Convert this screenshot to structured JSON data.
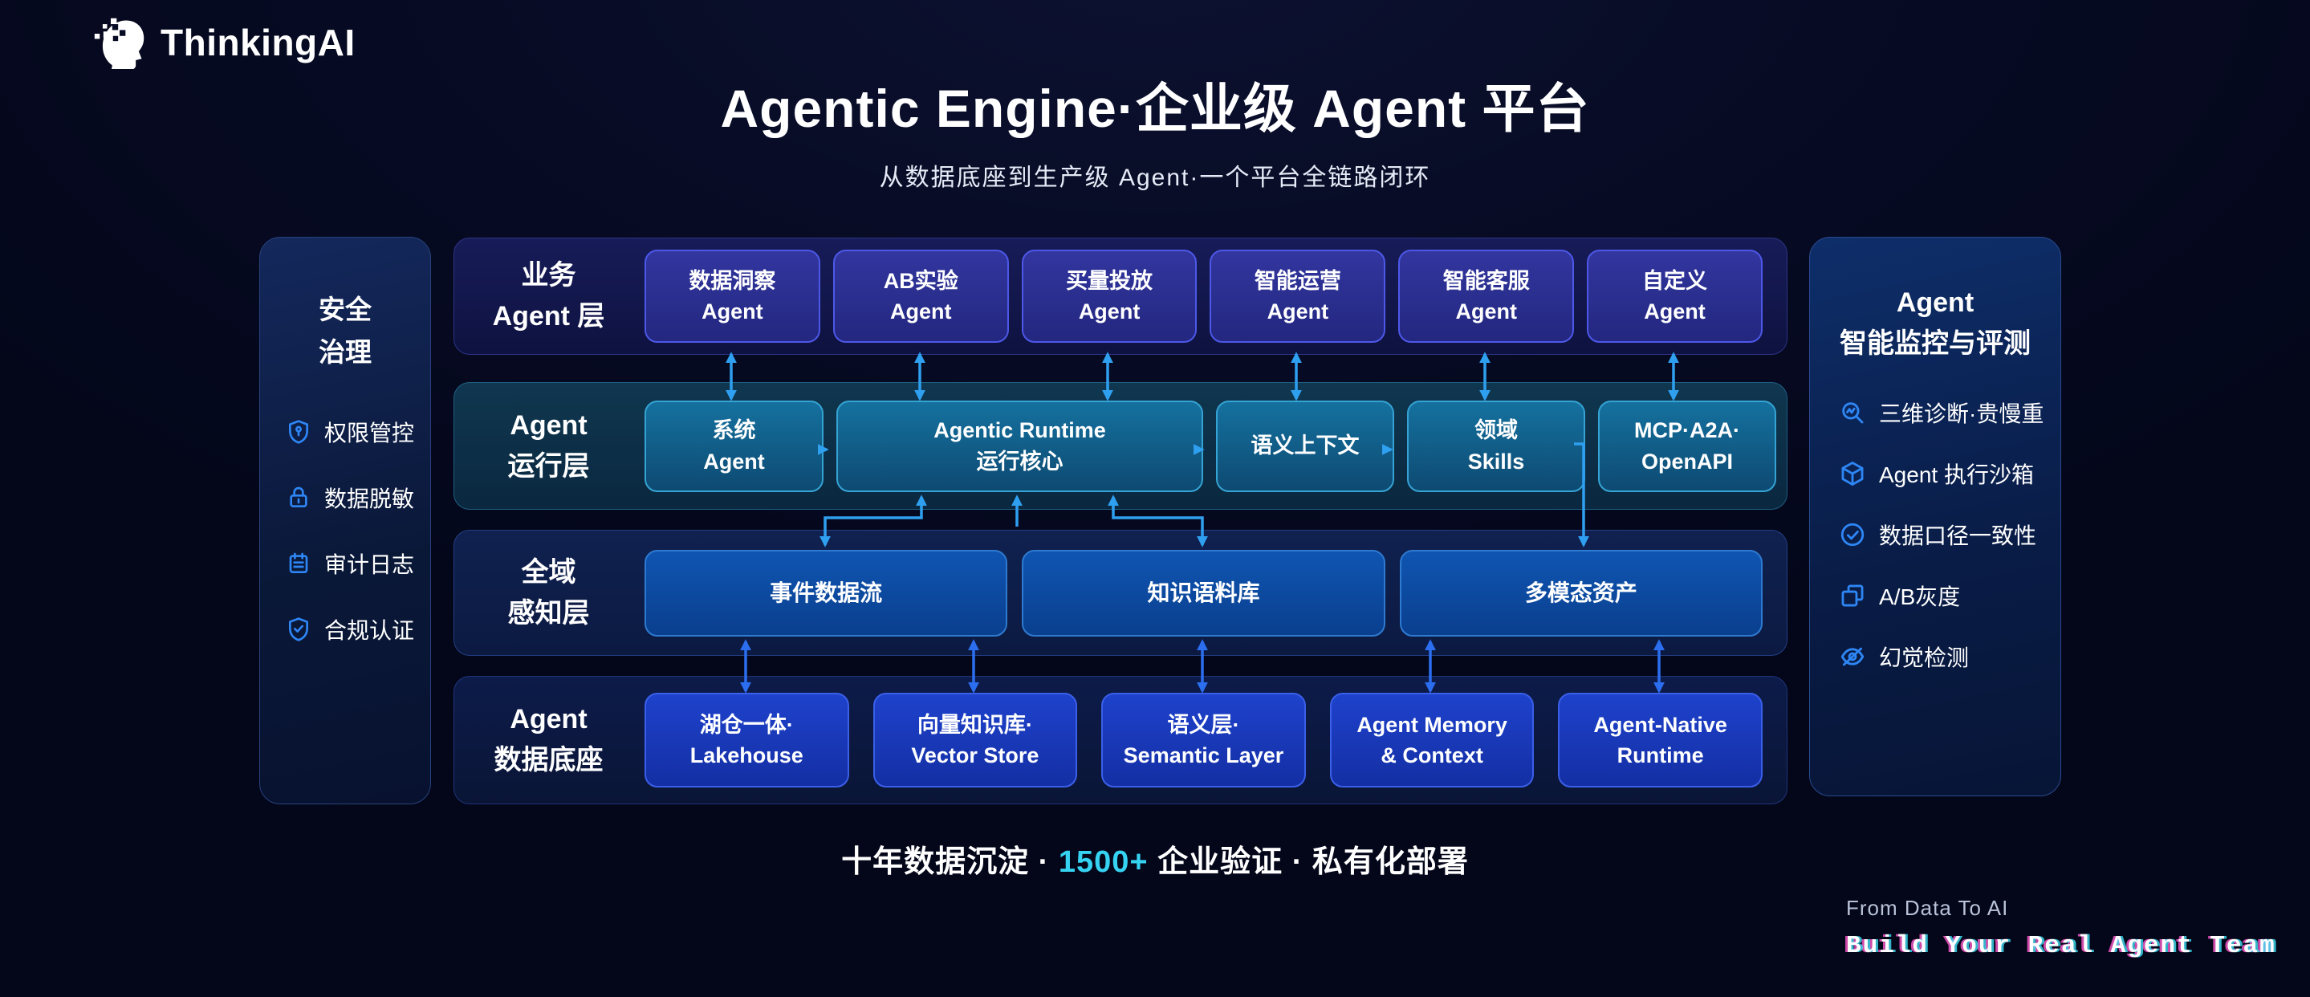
{
  "logo": {
    "text": "ThinkingAI"
  },
  "header": {
    "title": "Agentic Engine·企业级 Agent 平台",
    "subtitle": "从数据底座到生产级 Agent·一个平台全链路闭环"
  },
  "left_panel": {
    "title_line1": "安全",
    "title_line2": "治理",
    "items": [
      {
        "icon": "shield-key-icon",
        "label": "权限管控"
      },
      {
        "icon": "lock-icon",
        "label": "数据脱敏"
      },
      {
        "icon": "audit-log-icon",
        "label": "审计日志"
      },
      {
        "icon": "shield-check-icon",
        "label": "合规认证"
      }
    ]
  },
  "right_panel": {
    "title_line1": "Agent",
    "title_line2": "智能监控与评测",
    "items": [
      {
        "icon": "magnifier-wave-icon",
        "label": "三维诊断·贵慢重"
      },
      {
        "icon": "cube-icon",
        "label": "Agent 执行沙箱"
      },
      {
        "icon": "check-circle-icon",
        "label": "数据口径一致性"
      },
      {
        "icon": "overlap-squares-icon",
        "label": "A/B灰度"
      },
      {
        "icon": "eye-off-icon",
        "label": "幻觉检测"
      }
    ]
  },
  "layers": {
    "business": {
      "label_line1": "业务",
      "label_line2": "Agent 层",
      "cards": [
        {
          "line1": "数据洞察",
          "line2": "Agent"
        },
        {
          "line1": "AB实验",
          "line2": "Agent"
        },
        {
          "line1": "买量投放",
          "line2": "Agent"
        },
        {
          "line1": "智能运营",
          "line2": "Agent"
        },
        {
          "line1": "智能客服",
          "line2": "Agent"
        },
        {
          "line1": "自定义",
          "line2": "Agent"
        }
      ]
    },
    "runtime": {
      "label_line1": "Agent",
      "label_line2": "运行层",
      "cards": [
        {
          "line1": "系统",
          "line2": "Agent"
        },
        {
          "line1": "Agentic Runtime",
          "line2": "运行核心"
        },
        {
          "line1": "语义上下文"
        },
        {
          "line1": "领域",
          "line2": "Skills"
        },
        {
          "line1": "MCP·A2A·",
          "line2": "OpenAPI"
        }
      ]
    },
    "perception": {
      "label_line1": "全域",
      "label_line2": "感知层",
      "cards": [
        {
          "line1": "事件数据流"
        },
        {
          "line1": "知识语料库"
        },
        {
          "line1": "多模态资产"
        }
      ]
    },
    "data_base": {
      "label_line1": "Agent",
      "label_line2": "数据底座",
      "cards": [
        {
          "line1": "湖仓一体·",
          "line2": "Lakehouse"
        },
        {
          "line1": "向量知识库·",
          "line2": "Vector Store"
        },
        {
          "line1": "语义层·",
          "line2": "Semantic Layer"
        },
        {
          "line1": "Agent Memory",
          "line2": "& Context"
        },
        {
          "line1": "Agent-Native",
          "line2": "Runtime"
        }
      ]
    }
  },
  "footer": {
    "tagline_part1": "十年数据沉淀 · ",
    "tagline_highlight": "1500+",
    "tagline_part2": " 企业验证 · 私有化部署",
    "slogan_small": "From Data To AI",
    "slogan_big": "Build Your Real Agent Team"
  },
  "colors": {
    "accent_icon_blue": "#2e86f5",
    "arrow_cyan": "#2f9ff0",
    "arrow_blue": "#2b6ef0",
    "highlight_cyan": "#35d2f2",
    "background": "#070b24"
  }
}
